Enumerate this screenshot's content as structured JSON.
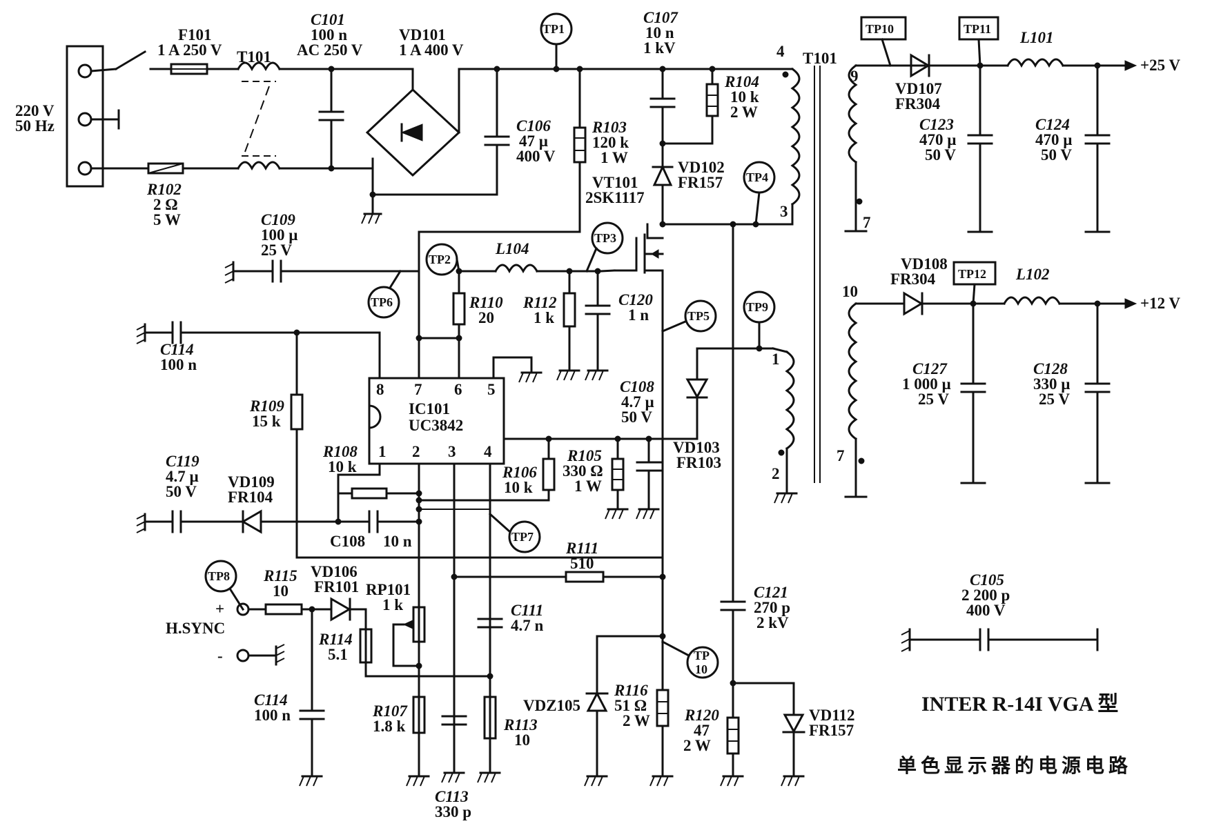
{
  "title_line1": "INTER R-14I VGA 型",
  "title_line2": "单色显示器的电源电路",
  "labels": {
    "mains": "220 V",
    "mains_freq": "50 Hz",
    "f101": "F101",
    "f101_val": "1 A 250 V",
    "t101_in": "T101",
    "c101": "C101",
    "c101_v1": "100 n",
    "c101_v2": "AC 250 V",
    "vd101": "VD101",
    "vd101_val": "1 A 400 V",
    "r102": "R102",
    "r102_v1": "2 Ω",
    "r102_v2": "5 W",
    "c106": "C106",
    "c106_v1": "47 µ",
    "c106_v2": "400 V",
    "r103": "R103",
    "r103_v1": "120 k",
    "r103_v2": "1 W",
    "c107": "C107",
    "c107_v1": "10 n",
    "c107_v2": "1 kV",
    "r104": "R104",
    "r104_v1": "10 k",
    "r104_v2": "2 W",
    "vd102": "VD102",
    "vd102_val": "FR157",
    "vt101": "VT101",
    "vt101_val": "2SK1117",
    "t101": "T101",
    "pin4": "4",
    "pin3": "3",
    "pin9": "9",
    "pin7a": "7",
    "pin10": "10",
    "pin7b": "7",
    "pin1": "1",
    "pin2": "2",
    "vd107": "VD107",
    "vd107_val": "FR304",
    "l101": "L101",
    "out25": "+25 V",
    "c123": "C123",
    "c123_v1": "470 µ",
    "c123_v2": "50 V",
    "c124": "C124",
    "c124_v1": "470 µ",
    "c124_v2": "50 V",
    "vd108": "VD108",
    "vd108_val": "FR304",
    "l102": "L102",
    "out12": "+12 V",
    "c127": "C127",
    "c127_v1": "1 000 µ",
    "c127_v2": "25 V",
    "c128": "C128",
    "c128_v1": "330 µ",
    "c128_v2": "25 V",
    "c109": "C109",
    "c109_v1": "100 µ",
    "c109_v2": "25 V",
    "l104": "L104",
    "r110": "R110",
    "r110_v": "20",
    "r112": "R112",
    "r112_v": "1 k",
    "c120": "C120",
    "c120_v": "1 n",
    "c114a": "C114",
    "c114a_v": "100 n",
    "r109": "R109",
    "r109_v": "15 k",
    "ic_name": "IC101",
    "ic_part": "UC3842",
    "ic_p8": "8",
    "ic_p7": "7",
    "ic_p6": "6",
    "ic_p5": "5",
    "ic_p1": "1",
    "ic_p2": "2",
    "ic_p3": "3",
    "ic_p4": "4",
    "c108a": "C108",
    "c108a_v1": "4.7 µ",
    "c108a_v2": "50 V",
    "vd103": "VD103",
    "vd103_val": "FR103",
    "r105": "R105",
    "r105_v1": "330 Ω",
    "r105_v2": "1 W",
    "r106": "R106",
    "r106_v": "10 k",
    "r108": "R108",
    "r108_v": "10 k",
    "c119": "C119",
    "c119_v1": "4.7 µ",
    "c119_v2": "50 V",
    "vd109": "VD109",
    "vd109_val": "FR104",
    "c108b": "C108",
    "c108b_v": "10 n",
    "r111": "R111",
    "r111_v": "510",
    "r115": "R115",
    "r115_v": "10",
    "vd106": "VD106",
    "vd106_val": "FR101",
    "rp101": "RP101",
    "rp101_v": "1 k",
    "hsync": "H.SYNC",
    "plus": "+",
    "minus": "-",
    "r114": "R114",
    "r114_v": "5.1",
    "c111": "C111",
    "c111_v": "4.7 n",
    "c114b": "C114",
    "c114b_v": "100 n",
    "r107": "R107",
    "r107_v": "1.8 k",
    "c113": "C113",
    "c113_v": "330 p",
    "r113": "R113",
    "r113_v": "10",
    "vdz105": "VDZ105",
    "r116": "R116",
    "r116_v1": "51 Ω",
    "r116_v2": "2 W",
    "r120": "R120",
    "r120_v1": "47",
    "r120_v2": "2 W",
    "c121": "C121",
    "c121_v1": "270 p",
    "c121_v2": "2 kV",
    "vd112": "VD112",
    "vd112_val": "FR157",
    "c105": "C105",
    "c105_v1": "2 200 p",
    "c105_v2": "400 V"
  },
  "test_points": {
    "tp1": "TP1",
    "tp2": "TP2",
    "tp3": "TP3",
    "tp4": "TP4",
    "tp5": "TP5",
    "tp6": "TP6",
    "tp7": "TP7",
    "tp8": "TP8",
    "tp9": "TP9",
    "tp10_box": "TP10",
    "tp11": "TP11",
    "tp12": "TP12",
    "tp10_circ_a": "TP",
    "tp10_circ_b": "10"
  }
}
